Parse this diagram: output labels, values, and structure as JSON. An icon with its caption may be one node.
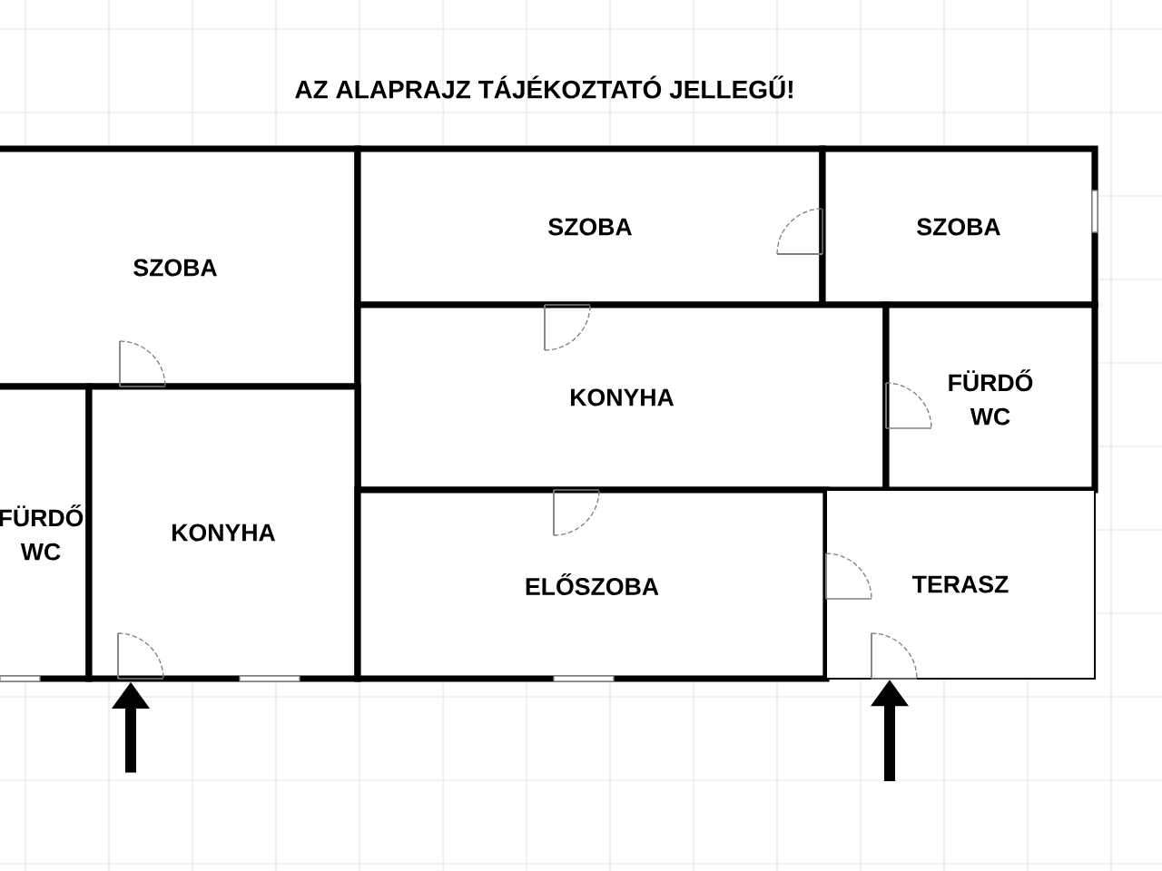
{
  "diagram": {
    "title": "AZ ALAPRAJZ TÁJÉKOZTATÓ JELLEGŰ!",
    "nodes": [
      {
        "text": [
          "SZOBA"
        ]
      },
      {
        "text": [
          "SZOBA"
        ]
      },
      {
        "text": [
          "SZOBA"
        ]
      },
      {
        "text": [
          "KONYHA"
        ]
      },
      {
        "text": [
          "FÜRDŐ WC"
        ]
      },
      {
        "text": [
          "FÜRDŐ WC"
        ]
      },
      {
        "text": [
          "KONYHA"
        ]
      },
      {
        "text": [
          "ELŐSZOBA"
        ]
      },
      {
        "text": [
          "TERASZ"
        ]
      }
    ],
    "edges": [
      {
        "from": null,
        "to": 6,
        "arrow": "to"
      },
      {
        "from": null,
        "to": 8,
        "arrow": "to"
      }
    ]
  }
}
